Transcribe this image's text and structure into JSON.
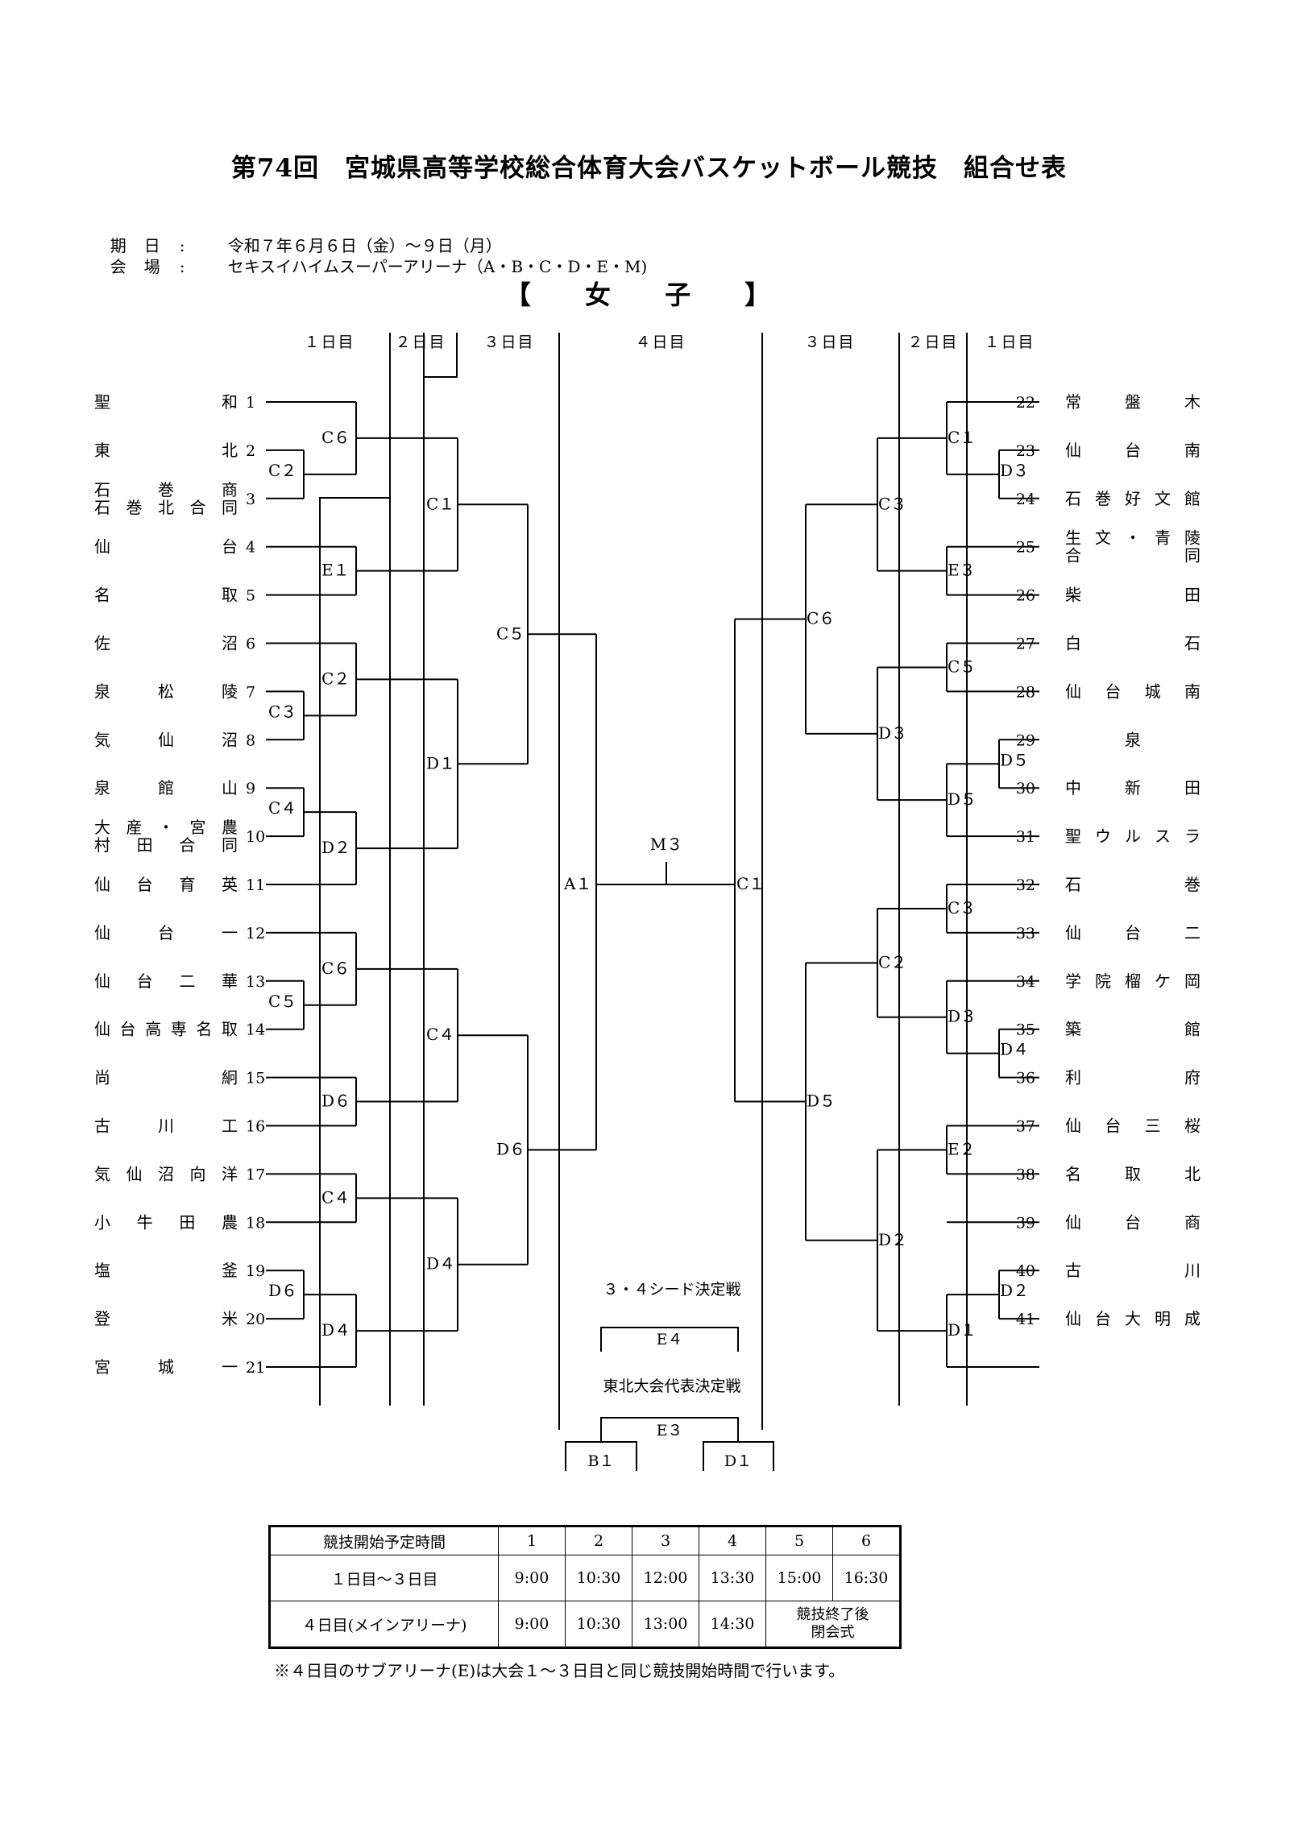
{
  "title": "第74回　宮城県高等学校総合体育大会バスケットボール競技　組合せ表",
  "info": {
    "date_key": "期日",
    "date_value": "令和７年６月６日（金）～９日（月）",
    "venue_key": "会場",
    "venue_value": "セキスイハイムスーパーアリーナ（A・B・C・D・E・M)",
    "colon": ":"
  },
  "gender_heading": "【 女 子 】",
  "day_headers": {
    "left": [
      "１日目",
      "２日目",
      "３日目"
    ],
    "center": "４日目",
    "right": [
      "３日目",
      "２日目",
      "１日目"
    ]
  },
  "left_teams": [
    {
      "no": "1",
      "name": "聖　和"
    },
    {
      "no": "2",
      "name": "東　北"
    },
    {
      "no": "3",
      "name": "石巻商",
      "name2": "石巻北合同"
    },
    {
      "no": "4",
      "name": "仙　台"
    },
    {
      "no": "5",
      "name": "名　取"
    },
    {
      "no": "6",
      "name": "佐　沼"
    },
    {
      "no": "7",
      "name": "泉松陵"
    },
    {
      "no": "8",
      "name": "気仙沼"
    },
    {
      "no": "9",
      "name": "泉館山"
    },
    {
      "no": "10",
      "name": "大産・宮農",
      "name2": "村田合同"
    },
    {
      "no": "11",
      "name": "仙台育英"
    },
    {
      "no": "12",
      "name": "仙台一"
    },
    {
      "no": "13",
      "name": "仙台二華"
    },
    {
      "no": "14",
      "name": "仙台高専名取"
    },
    {
      "no": "15",
      "name": "尚　絅"
    },
    {
      "no": "16",
      "name": "古川工"
    },
    {
      "no": "17",
      "name": "気仙沼向洋"
    },
    {
      "no": "18",
      "name": "小牛田農"
    },
    {
      "no": "19",
      "name": "塩　釜"
    },
    {
      "no": "20",
      "name": "登　米"
    },
    {
      "no": "21",
      "name": "宮城一"
    }
  ],
  "right_teams": [
    {
      "no": "22",
      "name": "常盤木"
    },
    {
      "no": "23",
      "name": "仙台南"
    },
    {
      "no": "24",
      "name": "石巻好文館"
    },
    {
      "no": "25",
      "name": "生文・青陵",
      "name2": "合　同"
    },
    {
      "no": "26",
      "name": "柴　田"
    },
    {
      "no": "27",
      "name": "白　石"
    },
    {
      "no": "28",
      "name": "仙台城南"
    },
    {
      "no": "29",
      "name": "泉"
    },
    {
      "no": "30",
      "name": "中新田"
    },
    {
      "no": "31",
      "name": "聖ウルスラ"
    },
    {
      "no": "32",
      "name": "石　巻"
    },
    {
      "no": "33",
      "name": "仙台二"
    },
    {
      "no": "34",
      "name": "学院榴ケ岡"
    },
    {
      "no": "35",
      "name": "築　館"
    },
    {
      "no": "36",
      "name": "利　府"
    },
    {
      "no": "37",
      "name": "仙台三桜"
    },
    {
      "no": "38",
      "name": "名取北"
    },
    {
      "no": "39",
      "name": "仙台商"
    },
    {
      "no": "40",
      "name": "古　川"
    },
    {
      "no": "41",
      "name": "仙台大明成"
    }
  ],
  "courts": {
    "left": {
      "c2_23": "C２",
      "c6_1": "C６",
      "e1": "E１",
      "c3_78": "C３",
      "c2_6": "C２",
      "c4_910": "C４",
      "d2": "D２",
      "c5_1314": "C５",
      "c6_12": "C６",
      "d6_1516": "D６",
      "c4_1718": "C４",
      "d6_1920": "D６",
      "d4_21": "D４",
      "c1": "C１",
      "d1": "D１",
      "c4": "C４",
      "d4": "D４",
      "c5": "C５",
      "d6": "D６"
    },
    "right": {
      "d3_2324": "D３",
      "c1_22": "C１",
      "e3": "E３",
      "c5_2728": "C５",
      "d5_2930": "D５",
      "d5_31": "D５",
      "c3_3233": "C３",
      "d4_3435": "D４",
      "d3_36": "D３",
      "e2_3738": "E２",
      "d2_3940": "D２",
      "d1_41": "D１",
      "c3": "C３",
      "d3": "D３",
      "c2": "C２",
      "d2": "D２",
      "c6": "C６",
      "d5": "D５"
    },
    "final_left": "A１",
    "final_right": "C１",
    "final": "M３"
  },
  "seed_match": {
    "label": "３・４シード決定戦",
    "court": "E４"
  },
  "tohoku_match": {
    "label": "東北大会代表決定戦",
    "court": "E３",
    "left": "B１",
    "right": "D１"
  },
  "schedule": {
    "header": [
      "競技開始予定時間",
      "1",
      "2",
      "3",
      "4",
      "5",
      "6"
    ],
    "row1": [
      "１日目～３日目",
      "9:00",
      "10:30",
      "12:00",
      "13:30",
      "15:00",
      "16:30"
    ],
    "row2": [
      "４日目(メインアリーナ)",
      "9:00",
      "10:30",
      "13:00",
      "14:30"
    ],
    "row2_end_1": "競技終了後",
    "row2_end_2": "閉会式"
  },
  "note": "※４日目のサブアリーナ(E)は大会１～３日目と同じ競技開始時間で行います。"
}
